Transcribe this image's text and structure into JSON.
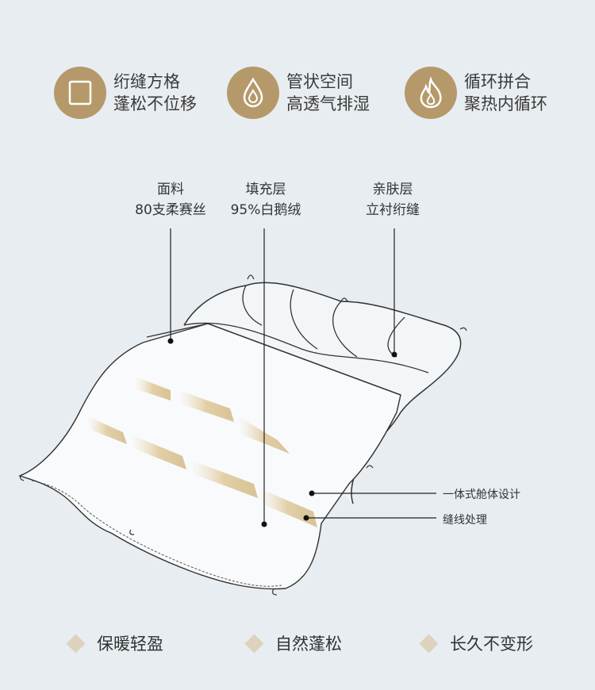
{
  "features": [
    {
      "icon": "square-icon",
      "line1": "绗缝方格",
      "line2": "蓬松不位移"
    },
    {
      "icon": "water-drop-icon",
      "line1": "管状空间",
      "line2": "高透气排湿"
    },
    {
      "icon": "flame-icon",
      "line1": "循环拼合",
      "line2": "聚热内循环"
    }
  ],
  "layers": [
    {
      "title": "面料",
      "detail": "80支柔赛丝"
    },
    {
      "title": "填充层",
      "detail": "95%白鹅绒"
    },
    {
      "title": "亲肤层",
      "detail": "立衬绗缝"
    }
  ],
  "callouts": [
    "一体式舱体设计",
    "缝线处理"
  ],
  "benefits": [
    "保暖轻盈",
    "自然蓬松",
    "长久不变形"
  ],
  "colors": {
    "background": "#e8edf1",
    "accent": "#b5996b",
    "diamond": "#ddd2bd"
  }
}
